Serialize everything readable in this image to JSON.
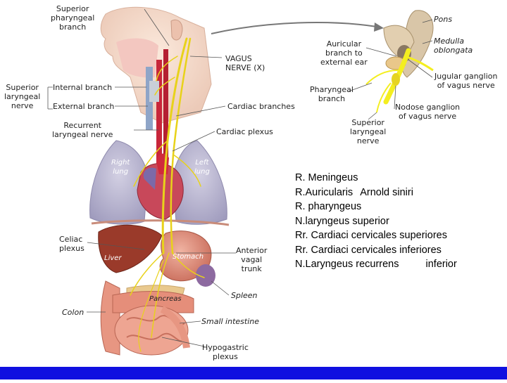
{
  "labels": {
    "superior_pharyngeal_branch": [
      "Superior",
      "pharyngeal",
      "branch"
    ],
    "vagus_nerve": [
      "VAGUS",
      "NERVE (X)"
    ],
    "superior_laryngeal_nerve_left": [
      "Superior",
      "laryngeal",
      "nerve"
    ],
    "internal_branch": "Internal branch",
    "external_branch": "External branch",
    "recurrent_laryngeal_nerve": [
      "Recurrent",
      "laryngeal nerve"
    ],
    "cardiac_branches": "Cardiac branches",
    "cardiac_plexus": "Cardiac plexus",
    "right_lung": [
      "Right",
      "lung"
    ],
    "left_lung": [
      "Left",
      "lung"
    ],
    "celiac_plexus": [
      "Celiac",
      "plexus"
    ],
    "liver": "Liver",
    "stomach": "Stomach",
    "anterior_vagal_trunk": [
      "Anterior",
      "vagal",
      "trunk"
    ],
    "pancreas": "Pancreas",
    "spleen": "Spleen",
    "colon": "Colon",
    "small_intestine": "Small intestine",
    "hypogastric_plexus": [
      "Hypogastric",
      "plexus"
    ],
    "pons": "Pons",
    "medulla_oblongata": [
      "Medulla",
      "oblongata"
    ],
    "auricular_branch": [
      "Auricular",
      "branch to",
      "external ear"
    ],
    "jugular_ganglion": [
      "Jugular ganglion",
      "of vagus nerve"
    ],
    "pharyngeal_branch": [
      "Pharyngeal",
      "branch"
    ],
    "nodose_ganglion": [
      "Nodose ganglion",
      "of vagus nerve"
    ],
    "superior_laryngeal_nerve_inset": [
      "Superior",
      "laryngeal",
      "nerve"
    ]
  },
  "latin_list": [
    "R. Meningeus",
    "R.Auricularis",
    "Arnold siniri",
    "R. pharyngeus",
    "N.laryngeus superior",
    "Rr. Cardiaci cervicales superiores",
    "Rr. Cardiaci cervicales inferiores",
    "N.Laryngeus recurrens",
    "inferior"
  ],
  "colors": {
    "nerve": "#e8d21a",
    "highlight_nerve": "#f4ee20",
    "lung": "#b9b6cf",
    "heart": "#c8485a",
    "liver": "#9a3a2a",
    "stomach": "#d98a78",
    "intestine": "#e79682",
    "bottom_bar": "#1010e0"
  }
}
